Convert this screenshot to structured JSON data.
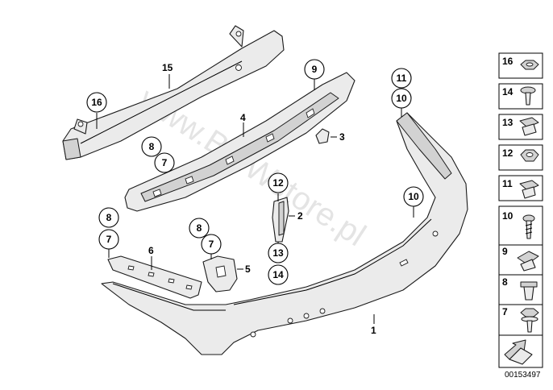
{
  "diagram_code": "00153497",
  "watermark": "www.BMWstore.pl",
  "labels": {
    "p1": "1",
    "p2": "2",
    "p3": "3",
    "p4": "4",
    "p5": "5",
    "p6": "6",
    "p15": "15"
  },
  "callouts": {
    "c16": "16",
    "c9": "9",
    "c8a": "8",
    "c7a": "7",
    "c12": "12",
    "c13": "13",
    "c14": "14",
    "c8b": "8",
    "c7b": "7",
    "c8c": "8",
    "c7c": "7",
    "c11": "11",
    "c10a": "10",
    "c10b": "10"
  },
  "legend": [
    "16",
    "14",
    "13",
    "12",
    "11",
    "10",
    "9",
    "8",
    "7"
  ]
}
